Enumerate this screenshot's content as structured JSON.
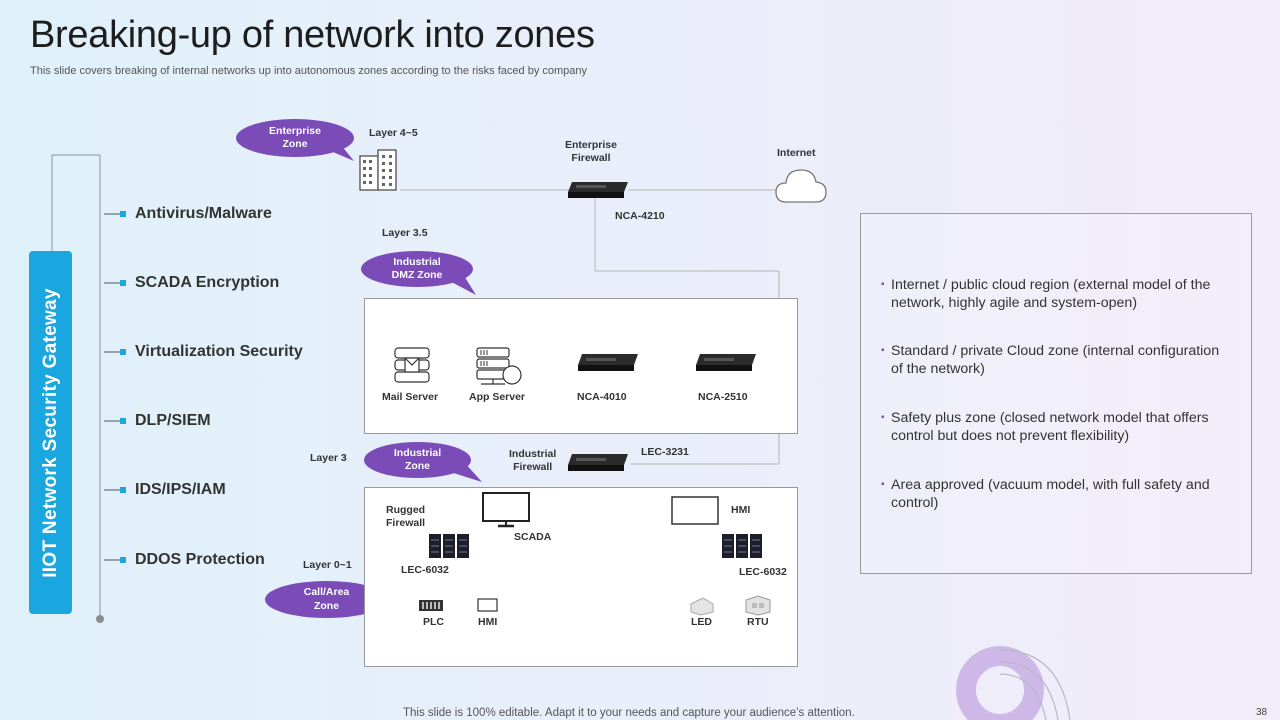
{
  "title": "Breaking-up of network into zones",
  "subtitle": "This slide covers breaking of internal networks up into autonomous zones according to the risks faced by company",
  "footer": "This slide is 100% editable. Adapt it to your needs and capture your audience’s attention.",
  "page_number": "38",
  "gateway_label": "IIOT Network Security Gateway",
  "security_list": [
    "Antivirus/Malware",
    "SCADA Encryption",
    "Virtualization Security",
    "DLP/SIEM",
    "IDS/IPS/IAM",
    "DDOS Protection"
  ],
  "zones": {
    "enterprise": "Enterprise\nZone",
    "dmz": "Industrial\nDMZ Zone",
    "industrial": "Industrial\nZone",
    "cell": "Call/Area\nZone"
  },
  "layers": {
    "l45": "Layer 4~5",
    "l35": "Layer 3.5",
    "l3": "Layer 3",
    "l01": "Layer 0~1"
  },
  "devices": {
    "enterprise_firewall": "Enterprise\nFirewall",
    "internet": "Internet",
    "nca4210": "NCA-4210",
    "mail_server": "Mail Server",
    "app_server": "App Server",
    "nca4010": "NCA-4010",
    "nca2510": "NCA-2510",
    "industrial_firewall": "Industrial\nFirewall",
    "lec3231": "LEC-3231",
    "rugged_firewall": "Rugged\nFirewall",
    "scada": "SCADA",
    "hmi_top": "HMI",
    "lec6032_left": "LEC-6032",
    "lec6032_right": "LEC-6032",
    "plc": "PLC",
    "hmi_bottom": "HMI",
    "led": "LED",
    "rtu": "RTU"
  },
  "info_items": [
    "Internet / public cloud region (external model of the network, highly agile and system-open)",
    "Standard / private Cloud zone (internal configuration of the network)",
    "Safety plus zone (closed network model that offers control but does not prevent flexibility)",
    "Area approved (vacuum model, with full safety and control)"
  ],
  "colors": {
    "accent_blue": "#1aa7e0",
    "accent_purple": "#7b4bb8"
  },
  "icons": [
    "building-icon",
    "firewall-appliance-icon",
    "cloud-icon",
    "mail-server-icon",
    "app-server-icon",
    "monitor-icon",
    "server-rack-icon",
    "plc-icon",
    "led-icon",
    "rtu-icon"
  ]
}
